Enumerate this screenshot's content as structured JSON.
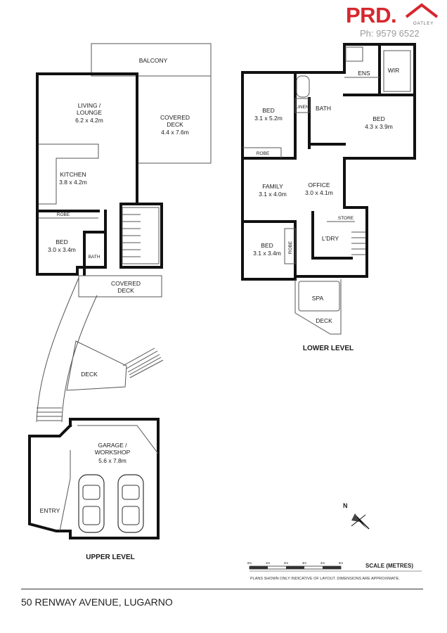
{
  "brand": {
    "name": "PRD.",
    "office": "OATLEY",
    "phone": "Ph: 9579 6522",
    "accent": "#d6272e"
  },
  "address": "50 RENWAY AVENUE, LUGARNO",
  "levels": {
    "upper": "UPPER LEVEL",
    "lower": "LOWER LEVEL"
  },
  "upper_rooms": {
    "balcony": {
      "name": "BALCONY"
    },
    "living": {
      "name_1": "LIVING /",
      "name_2": "LOUNGE",
      "size": "6.2 x 4.2m"
    },
    "covered_deck": {
      "name_1": "COVERED",
      "name_2": "DECK",
      "size": "4.4 x 7.6m"
    },
    "kitchen": {
      "name": "KITCHEN",
      "size": "3.8 x 4.2m"
    },
    "robe": {
      "name": "ROBE"
    },
    "bed": {
      "name": "BED",
      "size": "3.0 x 3.4m"
    },
    "bath": {
      "name": "BATH"
    },
    "covered_deck_small": {
      "name_1": "COVERED",
      "name_2": "DECK"
    },
    "deck": {
      "name": "DECK"
    },
    "garage": {
      "name_1": "GARAGE /",
      "name_2": "WORKSHOP",
      "size": "5.6 x 7.8m"
    },
    "entry": {
      "name": "ENTRY"
    }
  },
  "lower_rooms": {
    "bed1": {
      "name": "BED",
      "size": "3.1 x 5.2m"
    },
    "robe": {
      "name": "ROBE"
    },
    "linen": {
      "name": "LINEN"
    },
    "bath": {
      "name": "BATH"
    },
    "ens": {
      "name": "ENS"
    },
    "wir": {
      "name": "WIR"
    },
    "bed2": {
      "name": "BED",
      "size": "4.3 x 3.9m"
    },
    "family": {
      "name": "FAMILY",
      "size": "3.1 x 4.0m"
    },
    "office": {
      "name": "OFFICE",
      "size": "3.0 x 4.1m"
    },
    "store": {
      "name": "STORE"
    },
    "laundry": {
      "name": "L'DRY"
    },
    "bed3": {
      "name": "BED",
      "size": "3.1 x 3.4m"
    },
    "robe2": {
      "name": "ROBE"
    },
    "spa": {
      "name": "SPA"
    },
    "deck": {
      "name": "DECK"
    }
  },
  "scale": {
    "title": "SCALE (METRES)",
    "ticks": [
      "0m",
      "1m",
      "2m",
      "3m",
      "4m",
      "5m"
    ],
    "disclaimer": "PLANS SHOWN ONLY INDICATIVE OF LAYOUT. DIMENSIONS ARE APPROXIMATE."
  },
  "compass": {
    "label": "N"
  }
}
